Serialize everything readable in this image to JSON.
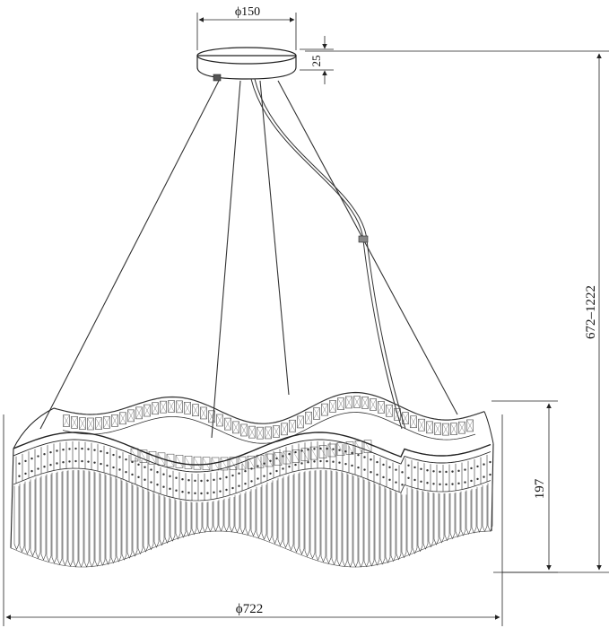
{
  "dimensions": {
    "canopy_diameter": "ϕ150",
    "canopy_height": "25",
    "overall_height": "672–1222",
    "crystal_height": "197",
    "overall_diameter": "ϕ722"
  },
  "colors": {
    "line": "#222222",
    "background": "#ffffff"
  }
}
